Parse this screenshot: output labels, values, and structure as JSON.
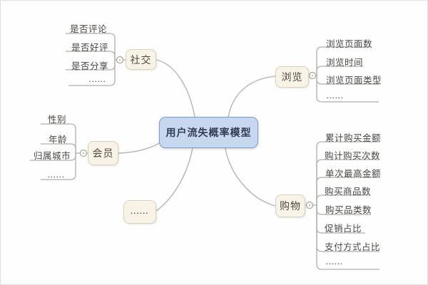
{
  "mindmap": {
    "root": {
      "label": "用户流失概率模型"
    },
    "branches": [
      {
        "label": "社交",
        "children": [
          "是否评论",
          "是否好评",
          "是否分享",
          "......"
        ]
      },
      {
        "label": "浏览",
        "children": [
          "浏览页面数",
          "浏览时间",
          "浏览页面类型",
          "......"
        ]
      },
      {
        "label": "会员",
        "children": [
          "性别",
          "年龄",
          "归属城市",
          "......"
        ]
      },
      {
        "label": "......",
        "children": []
      },
      {
        "label": "购物",
        "children": [
          "累计购买金额",
          "购计购买次数",
          "单次最高金额",
          "购买商品数",
          "购买品类数",
          "促销占比",
          "支付方式占比",
          "......"
        ]
      }
    ],
    "colors": {
      "root_fill": "#c8d7f0",
      "root_border": "#7f9cc9",
      "branch_fill": "#f8f3e6",
      "branch_border": "#d9d1bc",
      "line": "#b3afa8",
      "text_dark": "#323c50",
      "text_child": "#494540"
    }
  }
}
